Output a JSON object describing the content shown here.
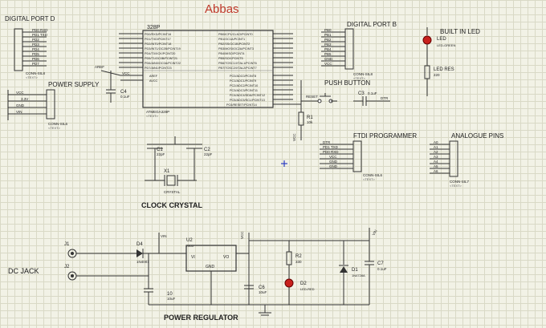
{
  "title": "Abbas",
  "labels": {
    "digital_port_d": "DIGITAL PORT D",
    "digital_port_b": "DIGITAL PORT B",
    "built_in_led": "BUILT IN LED",
    "power_supply": "POWER SUPPLY",
    "push_button": "PUSH BUTTON",
    "clock_crystal": "CLOCK CRYSTAL",
    "ftdi_programmer": "FTDI PROGRAMMER",
    "analogue_pins": "ANALOGUE PINS",
    "dc_jack": "DC JACK",
    "power_regulator": "POWER REGULATOR"
  },
  "mcu": {
    "ref": "328P",
    "part": "ATMEGA328P"
  },
  "components": {
    "c1": {
      "ref": "C1",
      "val": "22pF"
    },
    "c2": {
      "ref": "C2",
      "val": "22pF"
    },
    "x1": {
      "ref": "X1",
      "val": "CRYSTAL"
    },
    "c3": {
      "ref": "C3",
      "val": "0.1uF"
    },
    "c4": {
      "ref": "C4",
      "val": "0.1uF"
    },
    "r1": {
      "ref": "R1",
      "val": "10k"
    },
    "led_res": {
      "ref": "LED RES",
      "val": "220"
    },
    "led": {
      "ref": "LED",
      "val": "LED-GREEN"
    },
    "d4": {
      "ref": "D4",
      "val": "1N4001"
    },
    "u2": {
      "ref": "U2",
      "val": "7805"
    },
    "j1": {
      "ref": "J1"
    },
    "j2": {
      "ref": "J2"
    },
    "c10": {
      "ref": "10",
      "val": "10uF"
    },
    "c6": {
      "ref": "C6",
      "val": "10uF"
    },
    "r2": {
      "ref": "R2",
      "val": "330"
    },
    "d2": {
      "ref": "D2",
      "val": "LED-RED"
    },
    "d1": {
      "ref": "D1",
      "val": "1N4728A"
    },
    "c7": {
      "ref": "C7",
      "val": "0.1uF"
    }
  },
  "connectors": {
    "port_d": {
      "ref": "CONN-SIL8",
      "pins": [
        "PD0 RXD",
        "PD1 TXD",
        "PD2",
        "PD3",
        "PD4",
        "PD5",
        "PD6",
        "PD7"
      ]
    },
    "port_b": {
      "ref": "CONN-SIL8",
      "pins": [
        "PB0",
        "PB1",
        "PB2",
        "PB3",
        "PB4",
        "PB5",
        "GND",
        "VCC"
      ]
    },
    "power": {
      "ref": "CONN-SIL6",
      "pins": [
        "VCC",
        "3.3V",
        "GND",
        "VIN"
      ]
    },
    "ftdi": {
      "ref": "CONN-SIL6",
      "pins": [
        "DTR",
        "PD1 TXD",
        "PD0 RXD",
        "VCC",
        "GND",
        "GND"
      ]
    },
    "analog": {
      "ref": "CONN-SIL7",
      "pins": [
        "A0",
        "A1",
        "A2",
        "A3",
        "A4",
        "A5",
        "A6"
      ]
    }
  },
  "nets": {
    "aref": "AREF",
    "vcc": "VCC",
    "vin": "VIN",
    "gnd": "GND",
    "reset": "RESET",
    "dtr": "DTR"
  },
  "placeholder": "<TEXT>"
}
